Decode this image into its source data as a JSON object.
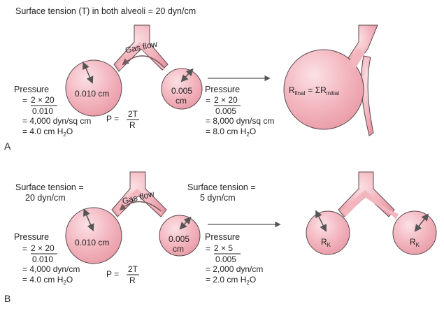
{
  "colors": {
    "alveolus_fill": "#f3b6bf",
    "alveolus_highlight": "#fbe1e5",
    "alveolus_stroke": "#5a4a4d",
    "arrow": "#666666",
    "text": "#222222"
  },
  "panel_a": {
    "title": "Surface tension (T) in both alveoli = 20 dyn/cm",
    "gas_flow": "Gas flow",
    "big_radius": "0.010 cm",
    "small_radius": "0.005",
    "small_radius_unit": "cm",
    "left_pressure": {
      "label": "Pressure",
      "numerator": "2 × 20",
      "denominator": "0.010",
      "line1": "= 4,000 dyn/sq cm",
      "line2_prefix": "= 4.0 cm H",
      "line2_sub": "2",
      "line2_suffix": "O"
    },
    "right_pressure": {
      "label": "Pressure",
      "numerator": "2 × 20",
      "denominator": "0.005",
      "line1": "= 8,000 dyn/sq cm",
      "line2_prefix": "= 8.0 cm H",
      "line2_sub": "2",
      "line2_suffix": "O"
    },
    "formula": {
      "lhs": "P =",
      "numerator": "2T",
      "denominator": "R"
    },
    "result": {
      "r_main": "R",
      "r_main_sub": "final",
      "equals": "= ΣR",
      "r_sum_sub": "initial"
    },
    "letter": "A"
  },
  "panel_b": {
    "left_tension_line1": "Surface tension =",
    "left_tension_line2": "20 dyn/cm",
    "right_tension_line1": "Surface tension =",
    "right_tension_line2": "5 dyn/cm",
    "gas_flow": "Gas flow",
    "big_radius": "0.010 cm",
    "small_radius": "0.005",
    "small_radius_unit": "cm",
    "left_pressure": {
      "label": "Pressure",
      "numerator": "2 × 20",
      "denominator": "0.010",
      "line1": "= 4,000 dyn/cm",
      "line2_prefix": "= 4.0 cm H",
      "line2_sub": "2",
      "line2_suffix": "O"
    },
    "right_pressure": {
      "label": "Pressure",
      "numerator": "2 × 5",
      "denominator": "0.005",
      "line1": "= 2,000 dyn/cm",
      "line2_prefix": "= 2.0 cm H",
      "line2_sub": "2",
      "line2_suffix": "O"
    },
    "formula": {
      "lhs": "P =",
      "numerator": "2T",
      "denominator": "R"
    },
    "result": {
      "left_r": "R",
      "left_r_sub": "K",
      "right_r": "R",
      "right_r_sub": "K"
    },
    "letter": "B"
  }
}
